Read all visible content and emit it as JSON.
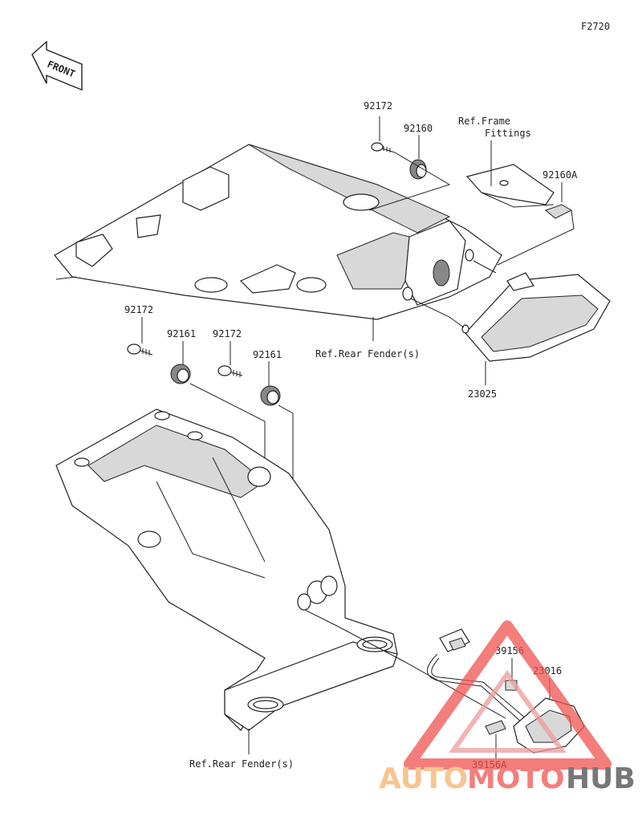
{
  "figure_code": "F2720",
  "front_label": "FRONT",
  "labels": {
    "p92172_a": "92172",
    "p92160": "92160",
    "ref_frame_1": "Ref.Frame",
    "ref_frame_2": "Fittings",
    "p92160A": "92160A",
    "p92172_b": "92172",
    "p92161_a": "92161",
    "p92172_c": "92172",
    "p92161_b": "92161",
    "ref_rear_fender_top": "Ref.Rear Fender(s)",
    "p23025": "23025",
    "p39156": "39156",
    "p23016": "23016",
    "p39156A": "39156A",
    "ref_rear_fender_bottom": "Ref.Rear Fender(s)"
  },
  "watermark": {
    "part1": "AUTO",
    "part2": "MOTO",
    "part3": "HUB",
    "color_light": "#f6b26b",
    "color_red": "#ef5350",
    "color_dark": "#4a4a4a"
  }
}
